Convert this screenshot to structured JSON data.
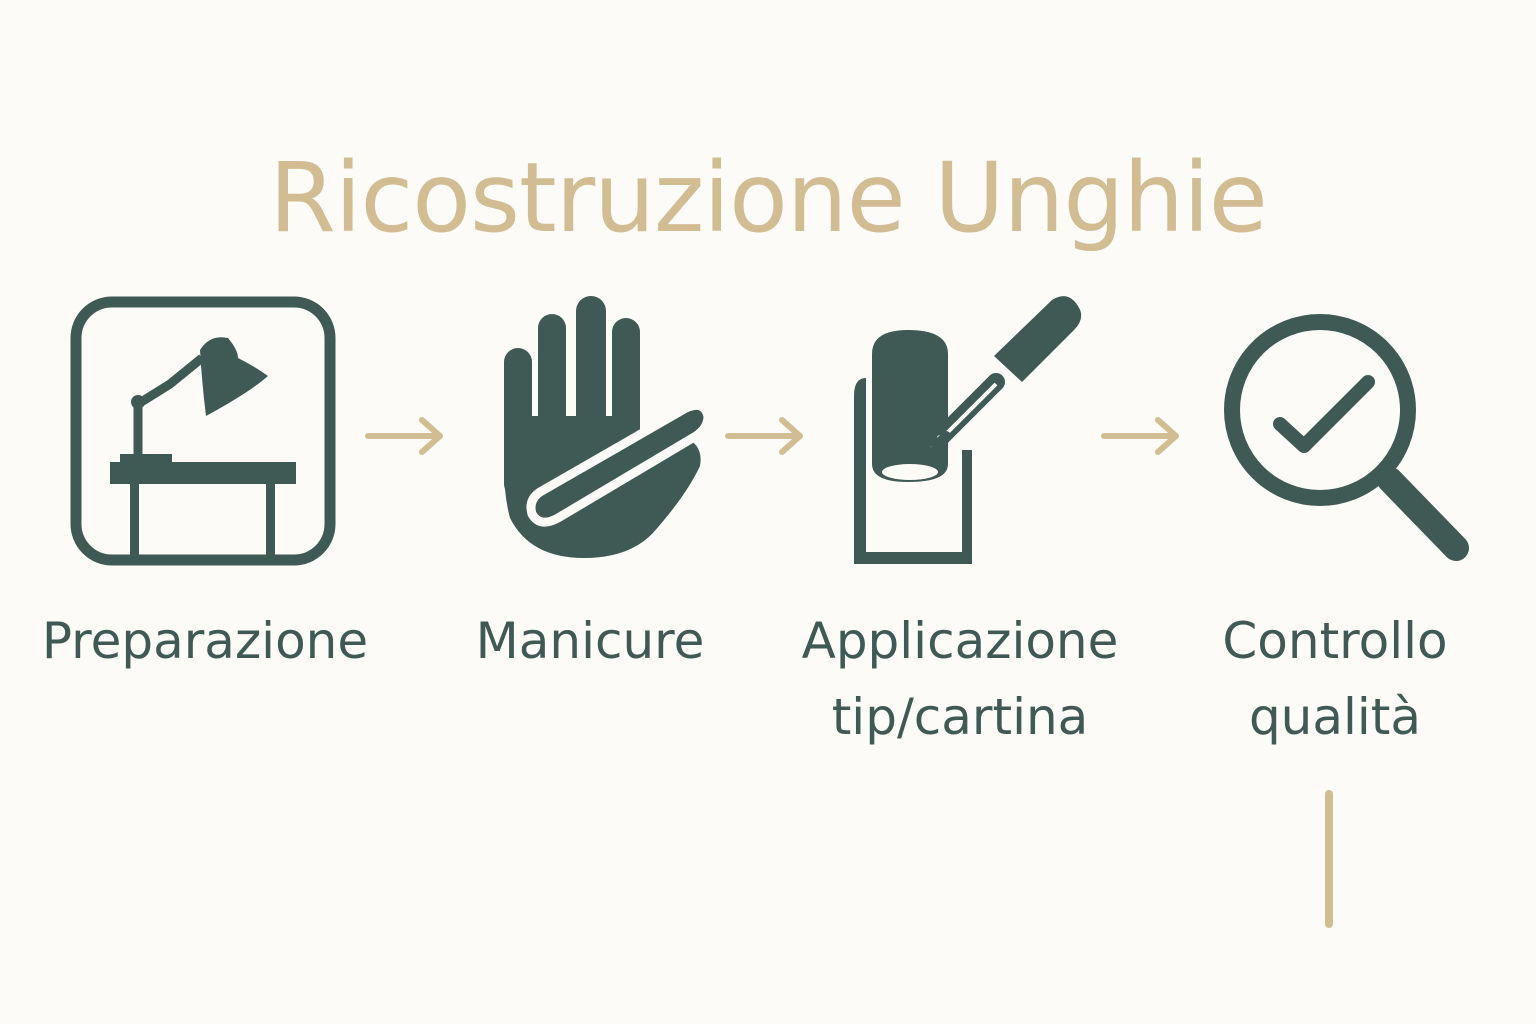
{
  "title": "Ricostruzione Unghie",
  "colors": {
    "accent": "#d2bc92",
    "primary": "#3f5a55",
    "background": "#fcfbf7"
  },
  "steps": [
    {
      "label": "Preparazione",
      "icon": "desk-lamp-icon"
    },
    {
      "label": "Manicure",
      "icon": "hand-nail-file-icon"
    },
    {
      "label_line1": "Applicazione",
      "label_line2": "tip/cartina",
      "icon": "nail-polish-brush-icon"
    },
    {
      "label_line1": "Controllo",
      "label_line2": "qualità",
      "icon": "magnifier-check-icon"
    }
  ]
}
